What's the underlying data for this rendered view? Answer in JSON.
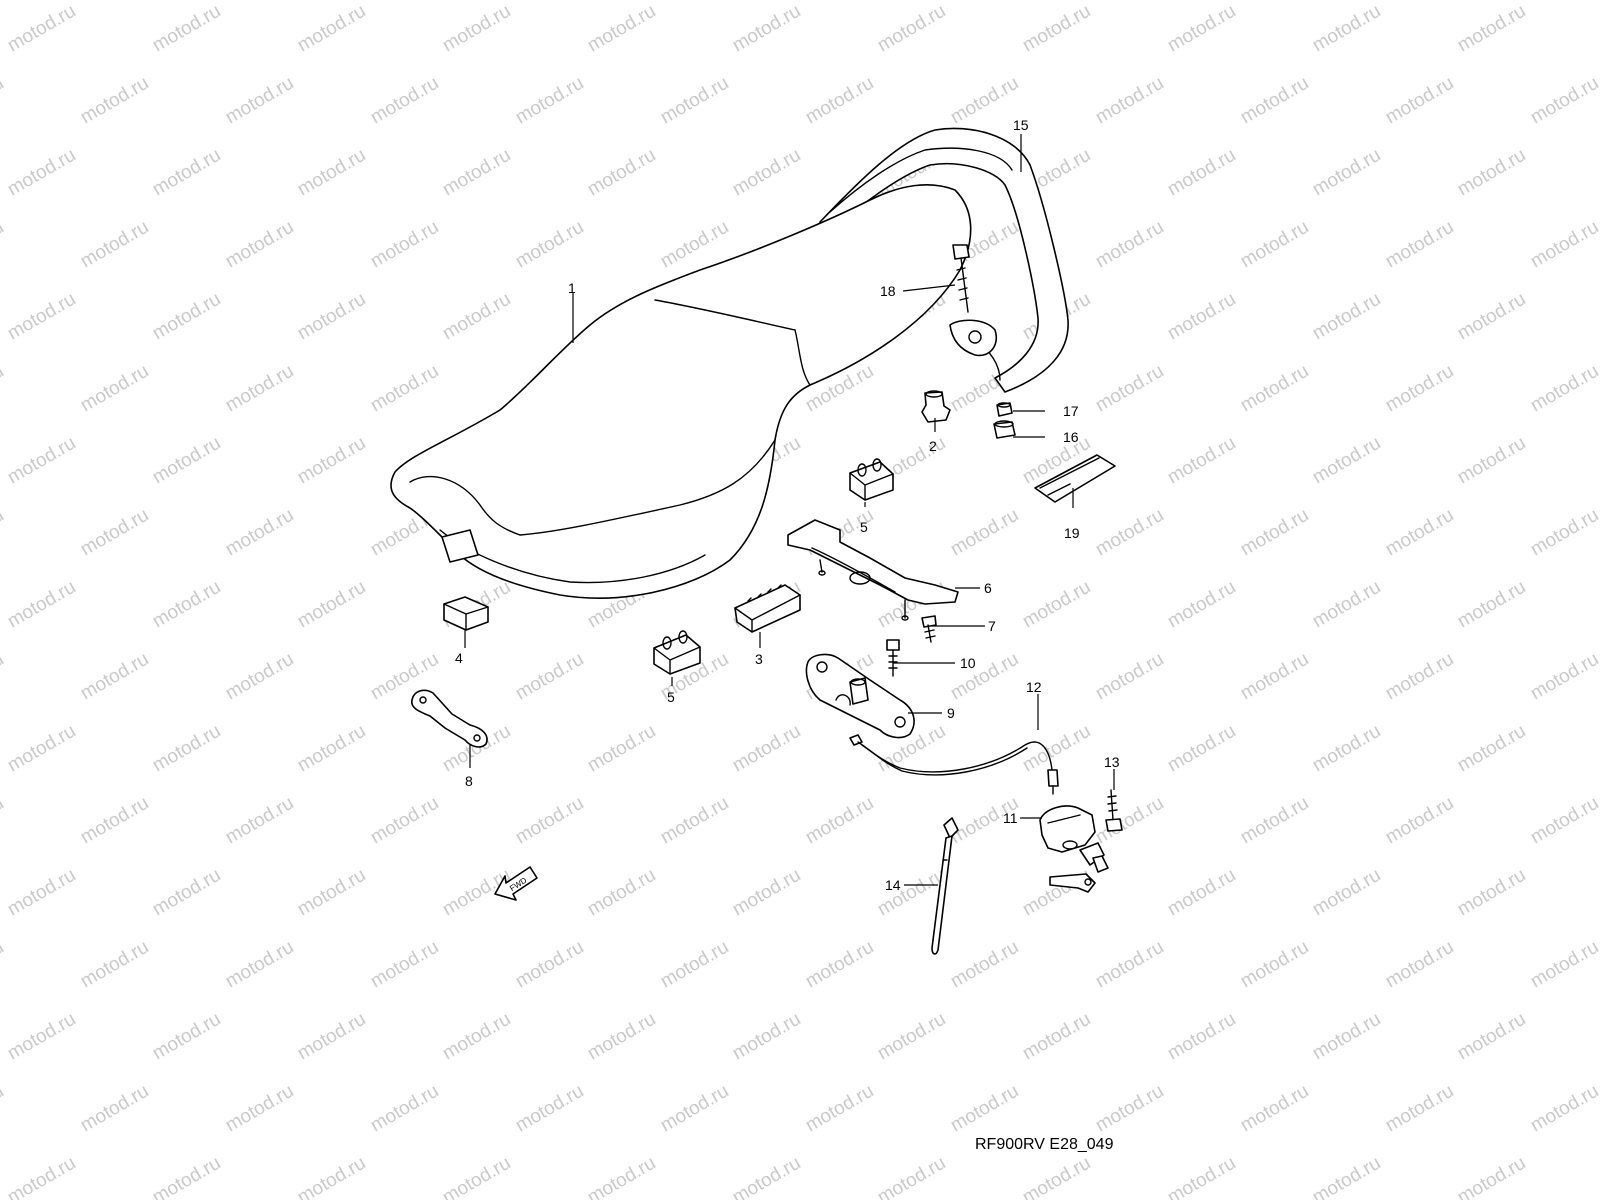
{
  "watermark": "motod.ru",
  "diagram_code": "RF900RV E28_049",
  "fwd_label": "FWD",
  "callouts": [
    "1",
    "2",
    "3",
    "4",
    "5",
    "5",
    "6",
    "7",
    "8",
    "9",
    "10",
    "11",
    "12",
    "13",
    "14",
    "15",
    "16",
    "17",
    "18",
    "19"
  ],
  "colors": {
    "ink": "#000000",
    "watermark": "#c9c9c9",
    "background": "#ffffff"
  }
}
